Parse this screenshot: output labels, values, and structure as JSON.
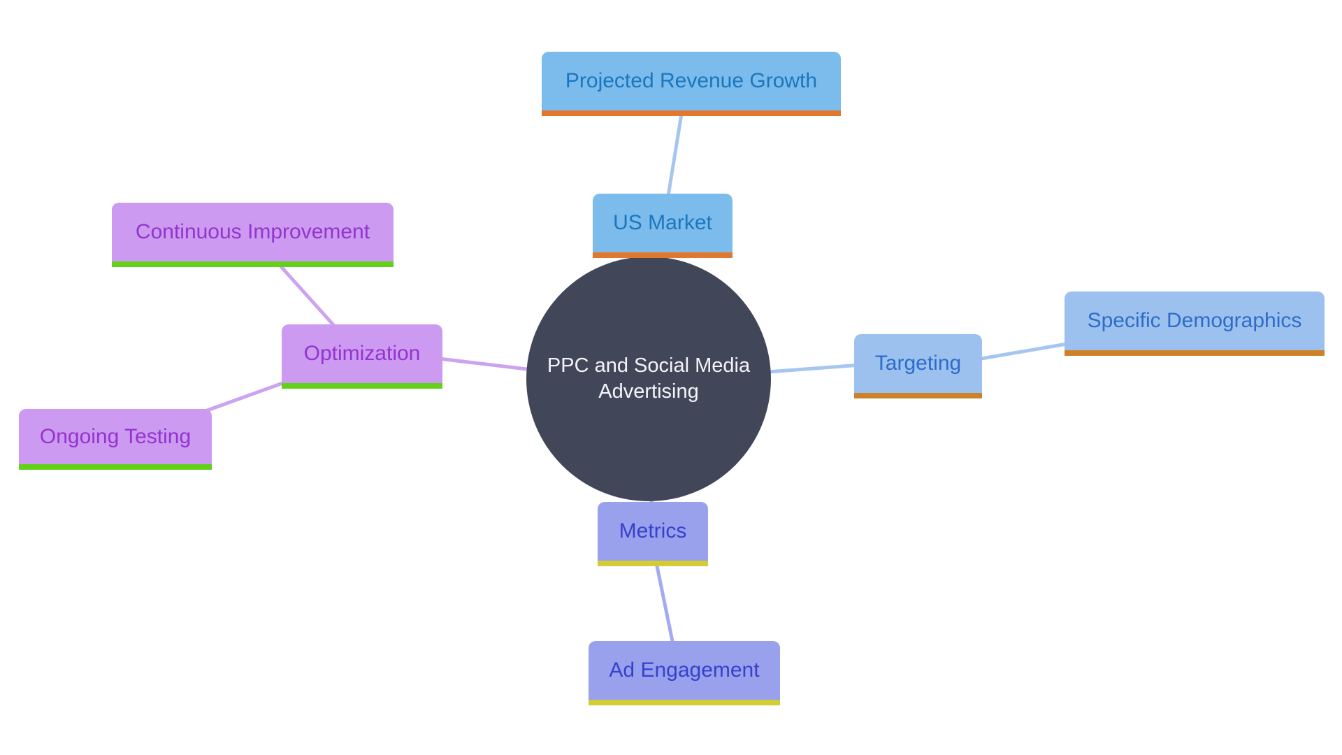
{
  "center": {
    "label": "PPC and Social Media Advertising"
  },
  "nodes": [
    {
      "label": "Projected Revenue Growth",
      "group": "sky-blue"
    },
    {
      "label": "US Market",
      "group": "sky-blue"
    },
    {
      "label": "Specific Demographics",
      "group": "pale-blue"
    },
    {
      "label": "Targeting",
      "group": "pale-blue"
    },
    {
      "label": "Continuous Improvement",
      "group": "purple"
    },
    {
      "label": "Optimization",
      "group": "purple"
    },
    {
      "label": "Ongoing Testing",
      "group": "purple"
    },
    {
      "label": "Metrics",
      "group": "periwinkle"
    },
    {
      "label": "Ad Engagement",
      "group": "periwinkle"
    }
  ],
  "edges": [
    {
      "from": "US Market",
      "to": "Projected Revenue Growth"
    },
    {
      "from": "PPC and Social Media Advertising",
      "to": "US Market"
    },
    {
      "from": "PPC and Social Media Advertising",
      "to": "Targeting"
    },
    {
      "from": "Targeting",
      "to": "Specific Demographics"
    },
    {
      "from": "PPC and Social Media Advertising",
      "to": "Optimization"
    },
    {
      "from": "Optimization",
      "to": "Continuous Improvement"
    },
    {
      "from": "Optimization",
      "to": "Ongoing Testing"
    },
    {
      "from": "PPC and Social Media Advertising",
      "to": "Metrics"
    },
    {
      "from": "Metrics",
      "to": "Ad Engagement"
    }
  ],
  "palette": {
    "background": "#ffffff",
    "center-fill": "#424659",
    "center-text": "#f4f5f9",
    "sky-fill": "#7bbcec",
    "sky-text": "#1b76bd",
    "sky-underline": "#e2772e",
    "pale-fill": "#9dc1ef",
    "pale-text": "#2d6cc8",
    "pale-underline": "#cd8229",
    "purple-fill": "#cc9af0",
    "purple-text": "#9434cf",
    "purple-underline": "#63d11a",
    "peri-fill": "#9aa1ec",
    "peri-text": "#3641cd",
    "peri-underline": "#d4cc33",
    "edge-blue": "#a6c6f0",
    "edge-purple": "#cba3f0",
    "edge-peri": "#a3aaf2"
  }
}
